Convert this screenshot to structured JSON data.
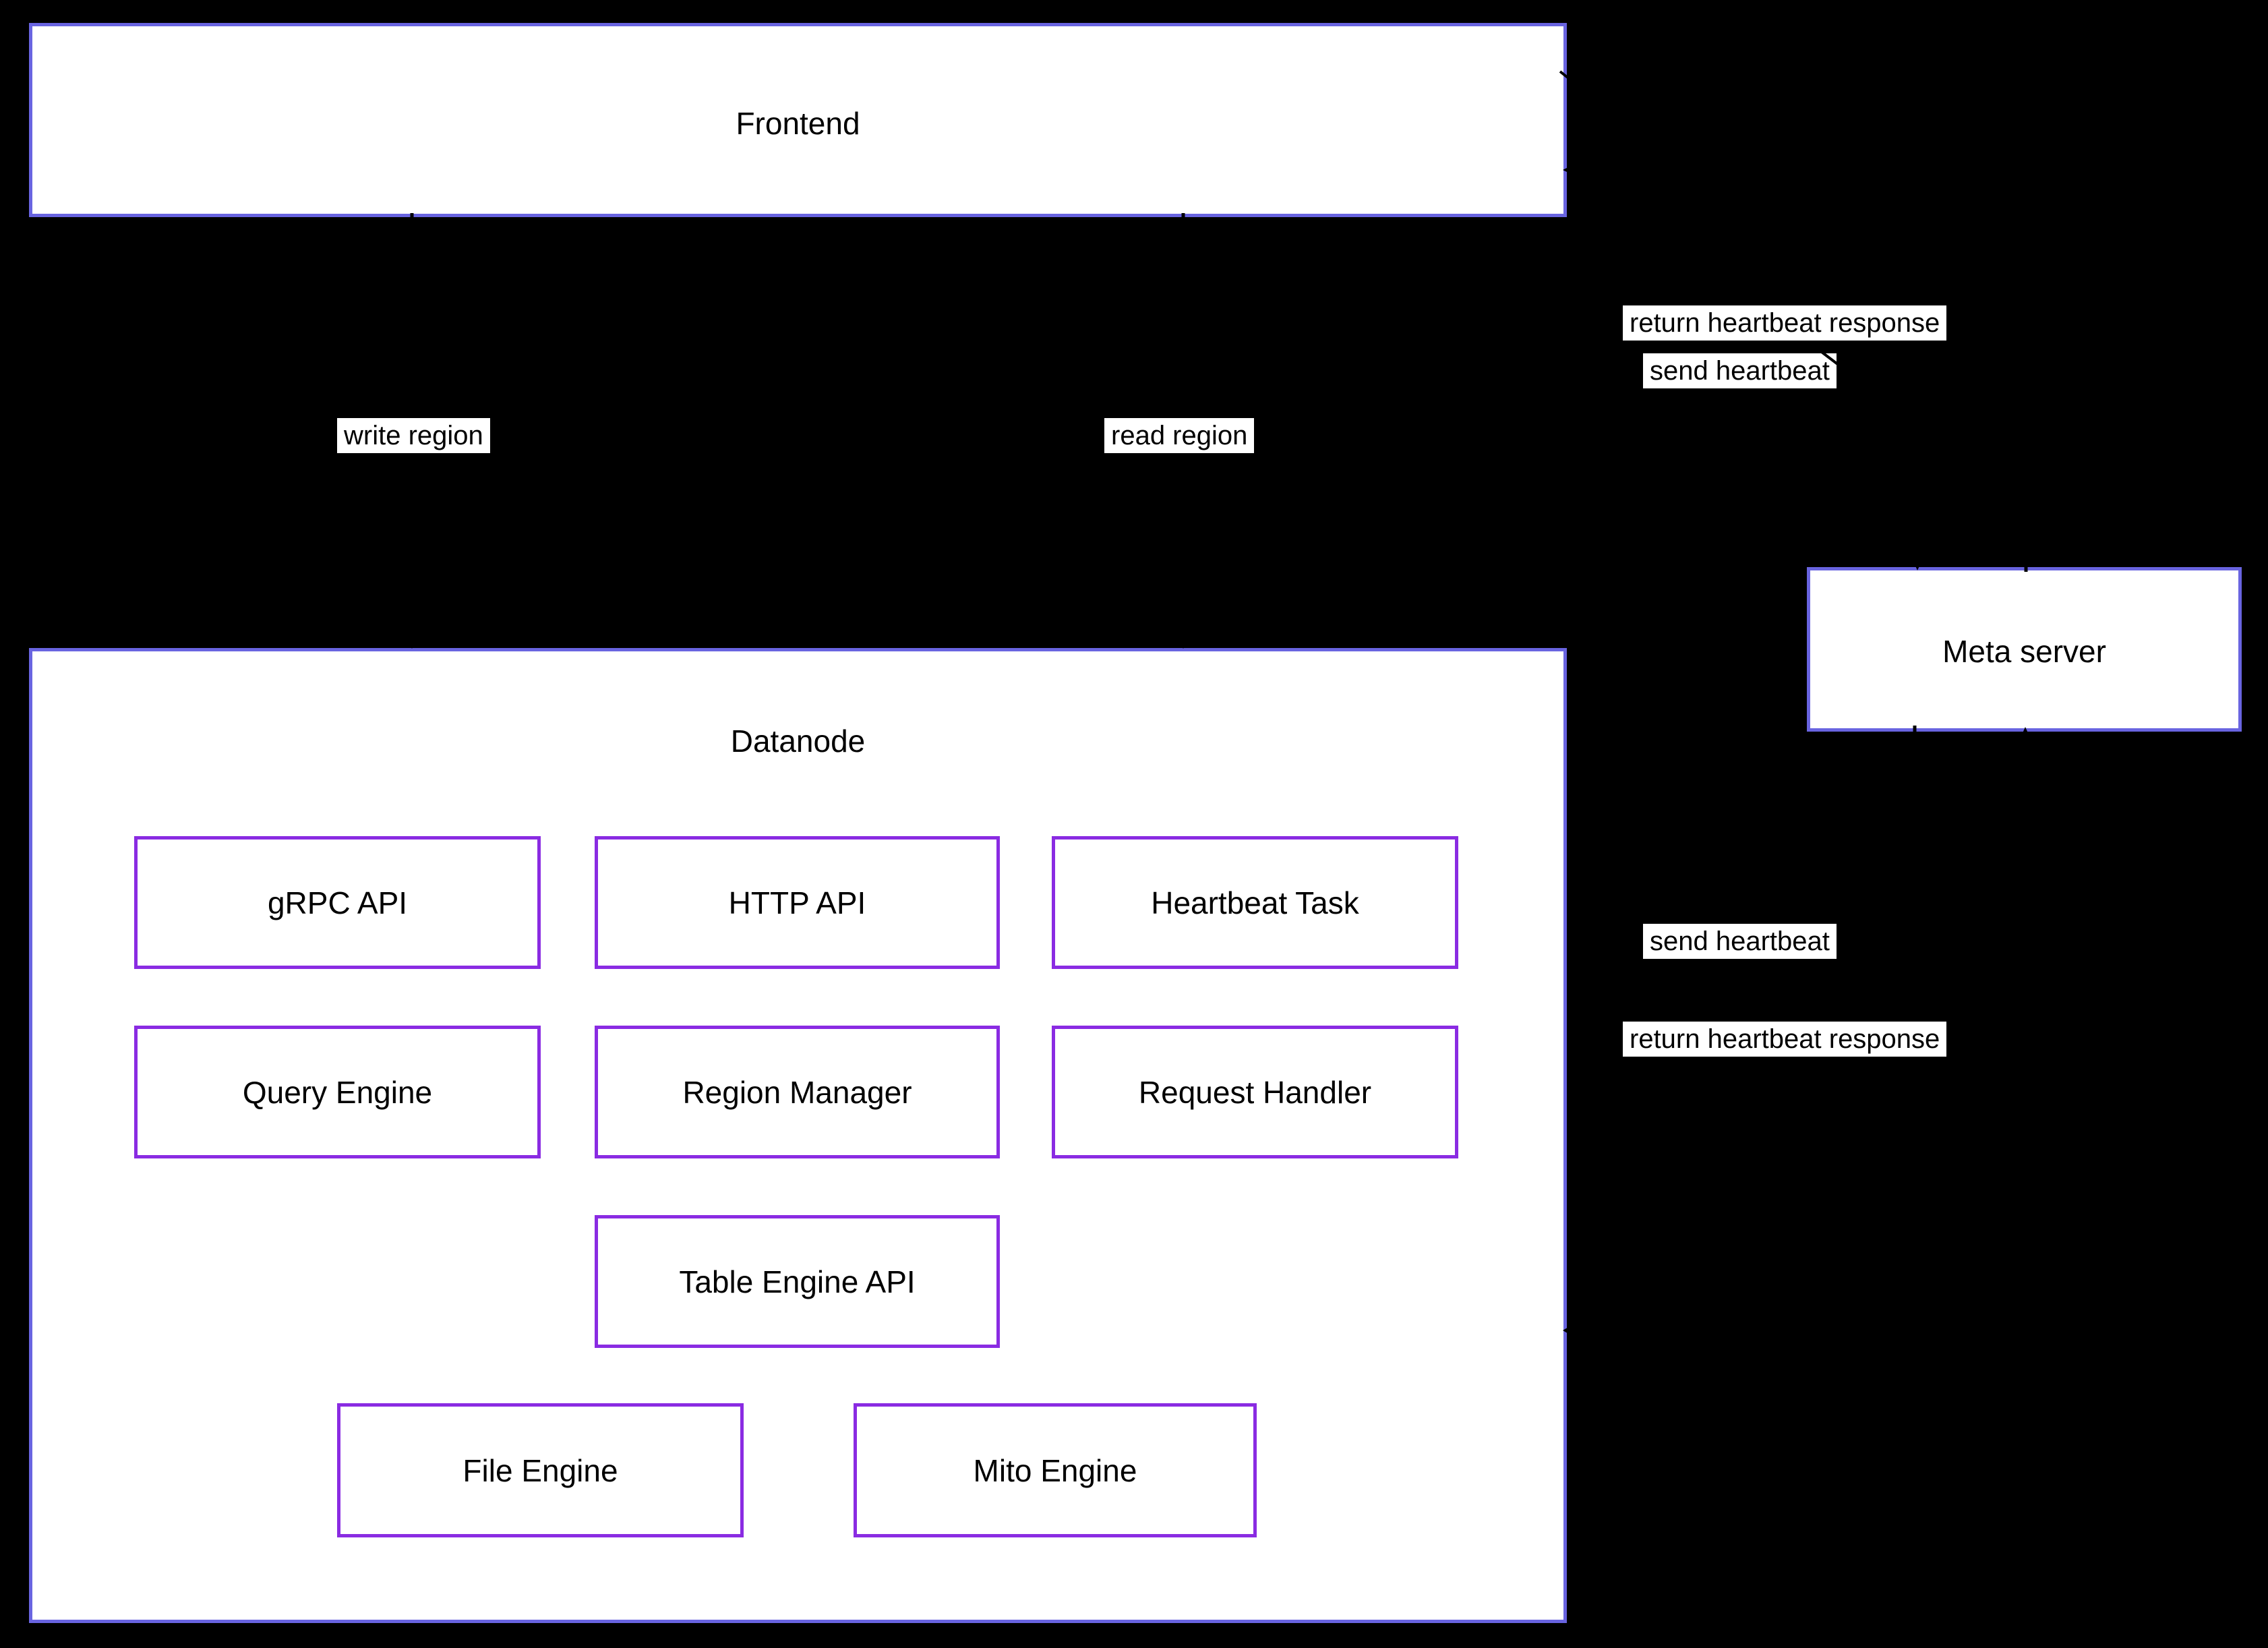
{
  "diagram": {
    "background_color": "#000000",
    "node_border_color": "#6964e0",
    "component_border_color": "#8a2be2",
    "node_fill_color": "#ffffff",
    "text_color": "#000000",
    "edge_label_background": "#ffffff",
    "nodes": {
      "frontend": {
        "label": "Frontend"
      },
      "datanode": {
        "label": "Datanode"
      },
      "meta_server": {
        "label": "Meta server"
      }
    },
    "datanode_components": {
      "grpc_api": {
        "label": "gRPC API"
      },
      "http_api": {
        "label": "HTTP API"
      },
      "heartbeat_task": {
        "label": "Heartbeat Task"
      },
      "query_engine": {
        "label": "Query Engine"
      },
      "region_manager": {
        "label": "Region Manager"
      },
      "request_handler": {
        "label": "Request Handler"
      },
      "table_engine_api": {
        "label": "Table Engine API"
      },
      "file_engine": {
        "label": "File Engine"
      },
      "mito_engine": {
        "label": "Mito Engine"
      }
    },
    "edge_labels": {
      "write_region": "write region",
      "read_region": "read region",
      "send_heartbeat_frontend": "send heartbeat",
      "return_heartbeat_frontend": "return heartbeat response",
      "send_heartbeat_datanode": "send heartbeat",
      "return_heartbeat_datanode": "return heartbeat response"
    }
  }
}
